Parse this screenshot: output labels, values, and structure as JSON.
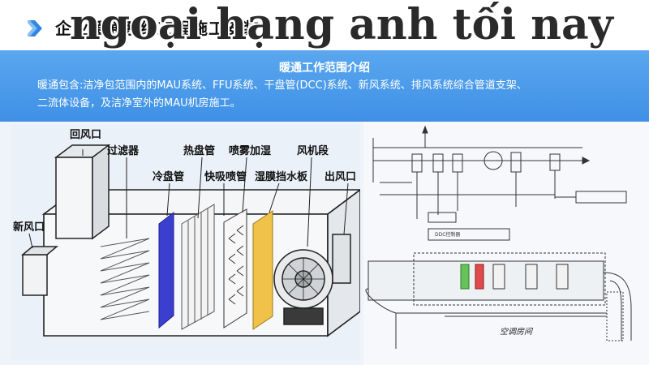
{
  "header": {
    "title": "企业暖通系统工程施工安装",
    "watermark": "ngoại hạng anh tối nay"
  },
  "intro": {
    "heading": "暖通工作范围介绍",
    "line1": "暖通包含:洁净包范围内的MAU系统、FFU系统、干盘管(DCC)系统、新风系统、排风系统综合管道支架、",
    "line2": "二流体设备，及洁净室外的MAU机房施工。"
  },
  "ahu_diagram": {
    "labels": {
      "return_air": "回风口",
      "filter": "过滤器",
      "heating_coil": "热盘管",
      "spray_humidify": "喷雾加湿",
      "fan_section": "风机段",
      "cooling_coil": "冷盘管",
      "fast_spray": "快吸喷管",
      "film_baffle": "湿膜挡水板",
      "outlet": "出风口",
      "fresh_air": "新风口"
    }
  },
  "control_diagram": {
    "labels": {
      "dcc_controller": "DDC控制器",
      "machine_room": "空调房间"
    }
  },
  "colors": {
    "band": "#4596e8",
    "cooling_coil": "#3b3fd0",
    "baffle": "#f0c24a"
  }
}
